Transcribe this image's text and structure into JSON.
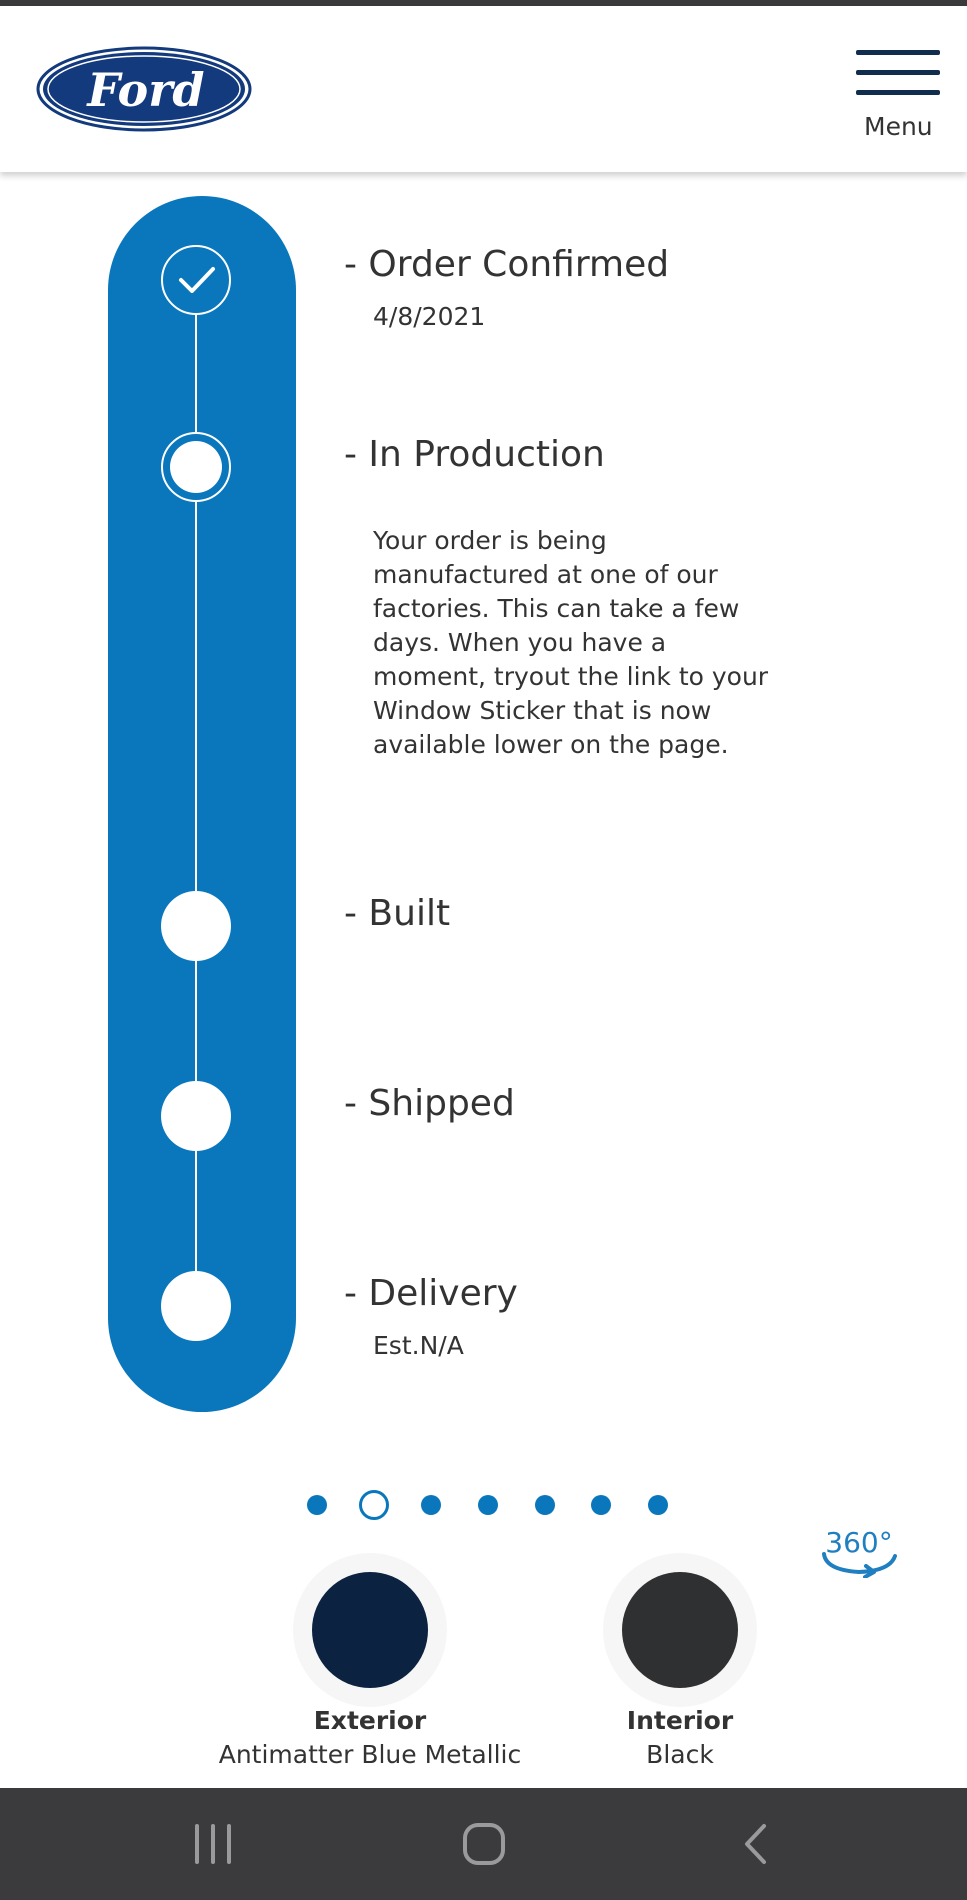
{
  "header": {
    "logo_text": "Ford",
    "menu_label": "Menu"
  },
  "tracker": {
    "steps": [
      {
        "title": "- Order Confirmed",
        "subtitle": "4/8/2021",
        "status": "complete"
      },
      {
        "title": "- In Production",
        "description": "Your order is being manufactured at one of our factories. This can take a few days. When you have a moment, tryout the link to your Window Sticker that is now available lower on the page.",
        "status": "current"
      },
      {
        "title": "- Built",
        "status": "pending"
      },
      {
        "title": "- Shipped",
        "status": "pending"
      },
      {
        "title": "- Delivery",
        "subtitle": "Est.N/A",
        "status": "pending"
      }
    ]
  },
  "carousel": {
    "count": 7,
    "active_index": 1
  },
  "view_360": {
    "label": "360°"
  },
  "colors": {
    "accent": "#0a77bd",
    "ford_blue": "#133a7c",
    "exterior_swatch": "#0b2341",
    "interior_swatch": "#2f3032"
  },
  "colors_section": {
    "exterior": {
      "label": "Exterior",
      "value": "Antimatter Blue Metallic"
    },
    "interior": {
      "label": "Interior",
      "value": "Black"
    }
  },
  "system_nav": {
    "recents": "recents-icon",
    "home": "home-icon",
    "back": "back-icon"
  }
}
